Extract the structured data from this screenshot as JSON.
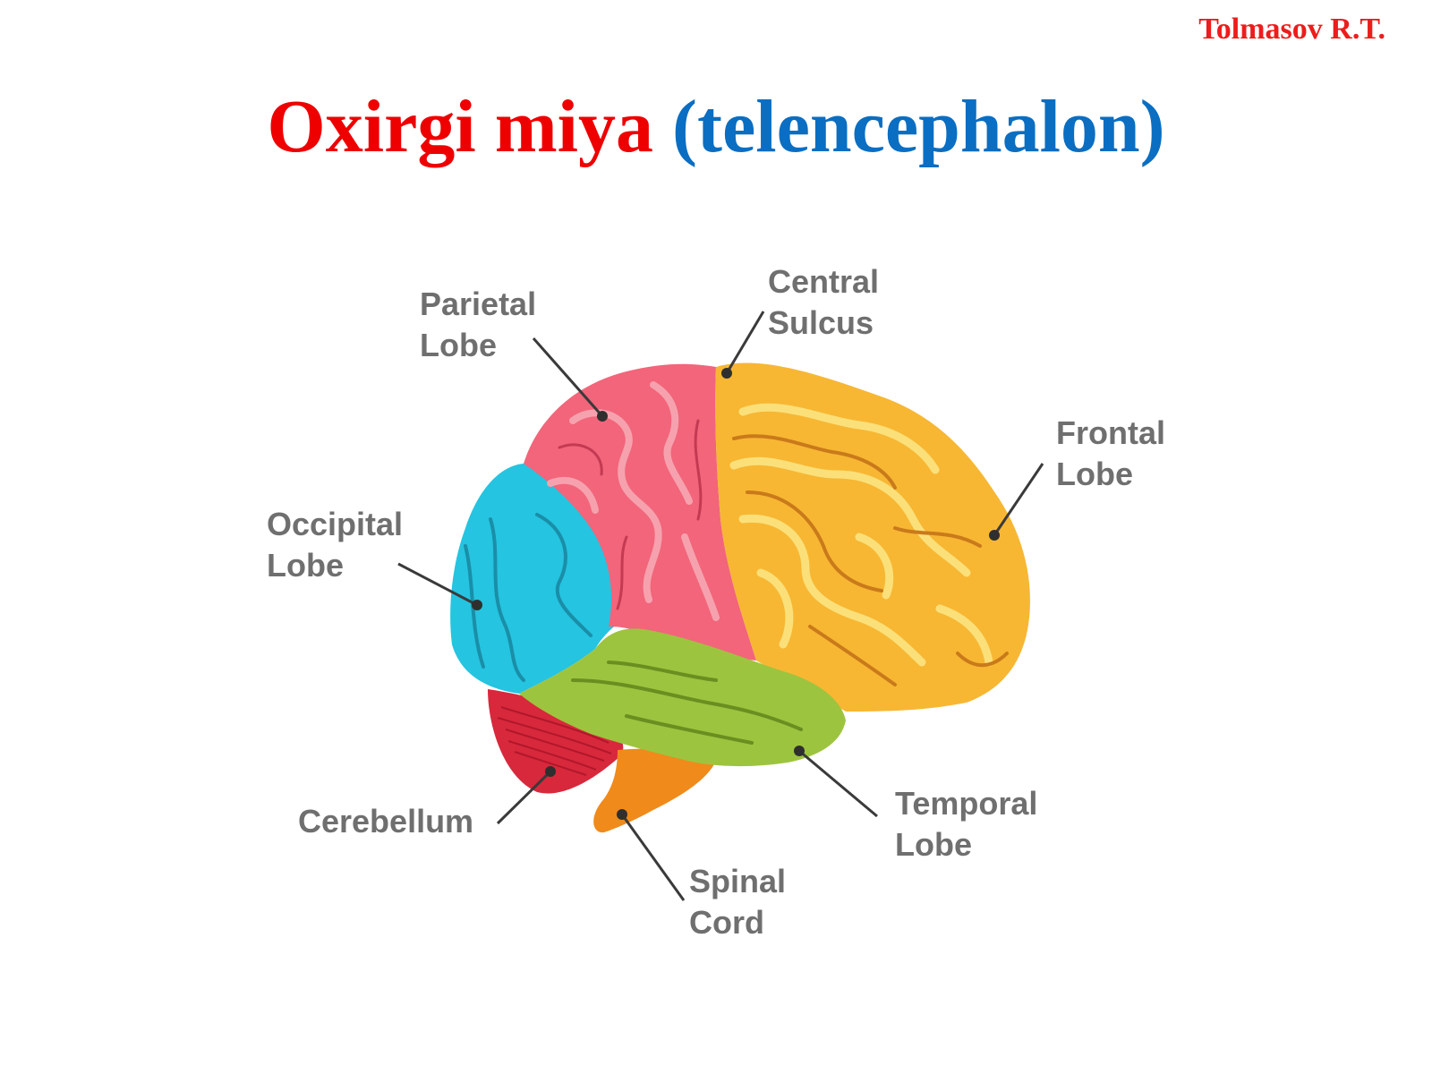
{
  "author": "Tolmasov R.T.",
  "title": {
    "part1": "Oxirgi miya",
    "part2": "(telencephalon)"
  },
  "labels": {
    "parietal": [
      "Parietal",
      "Lobe"
    ],
    "central": [
      "Central",
      "Sulcus"
    ],
    "frontal": [
      "Frontal",
      "Lobe"
    ],
    "occipital": [
      "Occipital",
      "Lobe"
    ],
    "cerebellum": [
      "Cerebellum"
    ],
    "temporal": [
      "Temporal",
      "Lobe"
    ],
    "spinal": [
      "Spinal",
      "Cord"
    ]
  },
  "colors": {
    "frontal": "#f7b733",
    "parietal": "#f2657a",
    "occipital": "#25c4e0",
    "temporal": "#9dc43f",
    "cerebellum": "#d8283c",
    "spinal_cord": "#f08a1a",
    "title_red": "#ee0000",
    "title_blue": "#0a6ec2",
    "label_gray": "#6f6f6f"
  }
}
